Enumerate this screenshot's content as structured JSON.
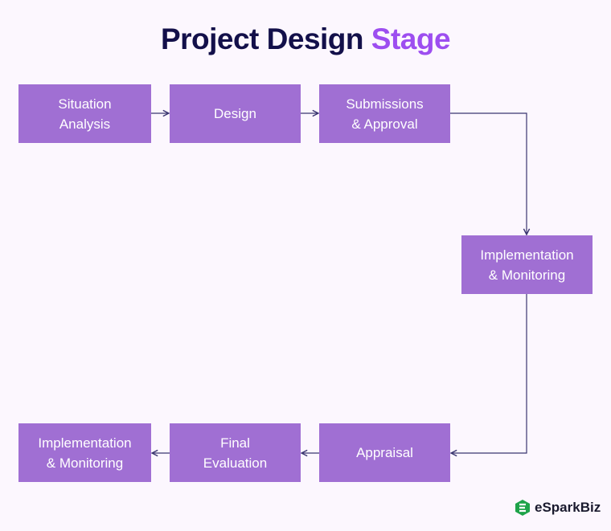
{
  "title": {
    "main": "Project Design",
    "accent": "Stage"
  },
  "steps": [
    {
      "line1": "Situation",
      "line2": "Analysis"
    },
    {
      "line1": "Design",
      "line2": ""
    },
    {
      "line1": "Submissions",
      "line2": "& Approval"
    },
    {
      "line1": "Implementation",
      "line2": "& Monitoring"
    },
    {
      "line1": "Appraisal",
      "line2": ""
    },
    {
      "line1": "Final",
      "line2": "Evaluation"
    },
    {
      "line1": "Implementation",
      "line2": "& Monitoring"
    }
  ],
  "logo": {
    "text": "eSparkBiz"
  },
  "colors": {
    "box": "#a06fd3",
    "accent": "#9d4ef0",
    "line": "#3a3570"
  }
}
